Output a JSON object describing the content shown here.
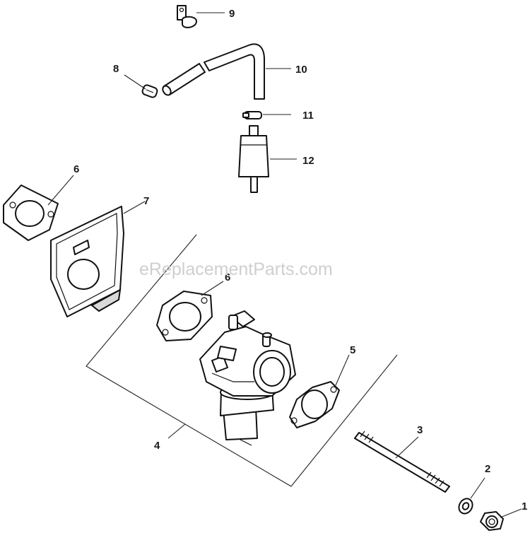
{
  "watermark": "eReplacementParts.com",
  "callouts": [
    {
      "id": "1",
      "part": "nut"
    },
    {
      "id": "2",
      "part": "washer"
    },
    {
      "id": "3",
      "part": "stud"
    },
    {
      "id": "4",
      "part": "carburetor"
    },
    {
      "id": "5",
      "part": "gasket"
    },
    {
      "id": "6",
      "part": "gasket"
    },
    {
      "id": "6",
      "part": "gasket"
    },
    {
      "id": "7",
      "part": "heat-shield"
    },
    {
      "id": "8",
      "part": "clamp"
    },
    {
      "id": "9",
      "part": "clip"
    },
    {
      "id": "10",
      "part": "fuel-line"
    },
    {
      "id": "11",
      "part": "clamp"
    },
    {
      "id": "12",
      "part": "fuel-filter"
    }
  ],
  "colors": {
    "ink": "#111111",
    "watermark": "#cfcfcf",
    "background": "#ffffff"
  }
}
